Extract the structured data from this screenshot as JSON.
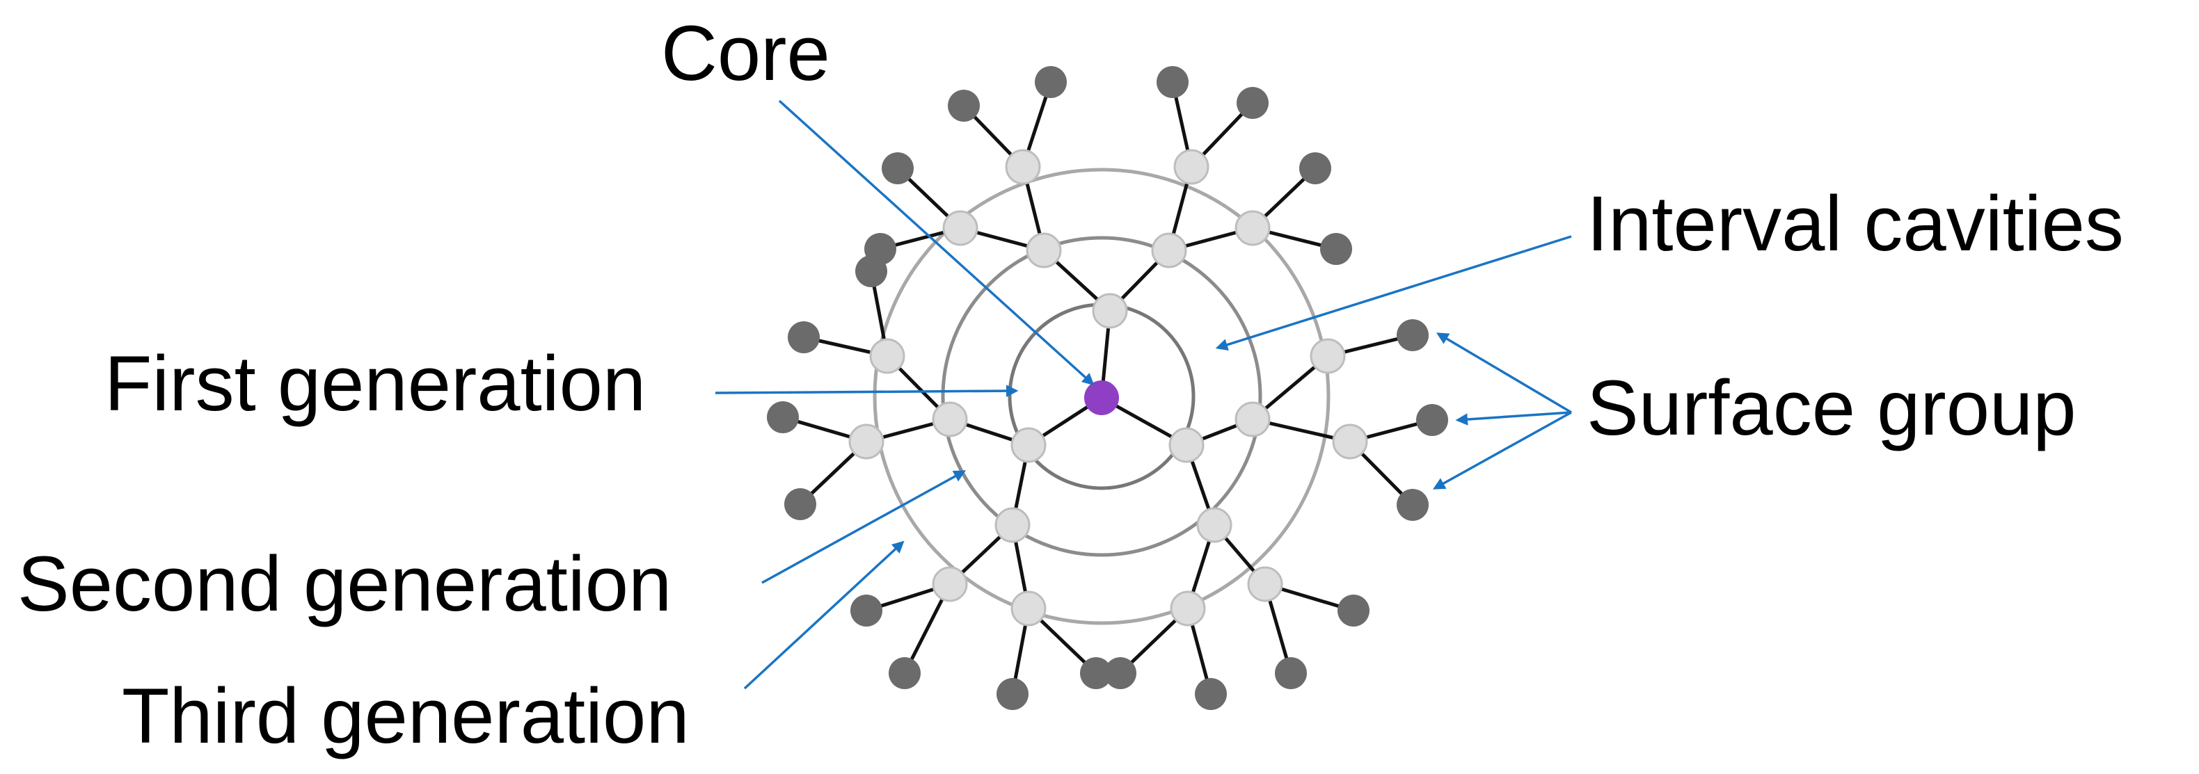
{
  "labels": {
    "core": "Core",
    "first_generation": "First generation",
    "second_generation": "Second generation",
    "third_generation": "Third generation",
    "interval_cavities": "Interval cavities",
    "surface_group": "Surface group"
  },
  "colors": {
    "core_node": "#8f3fc4",
    "branch_node": "#dedede",
    "branch_node_stroke": "#bdbdbd",
    "surface_node": "#6b6b6b",
    "ring_inner": "#777777",
    "ring_middle": "#8c8c8c",
    "ring_outer": "#a8a8a8",
    "bond": "#111111",
    "leader_arrow": "#1a74c4"
  }
}
